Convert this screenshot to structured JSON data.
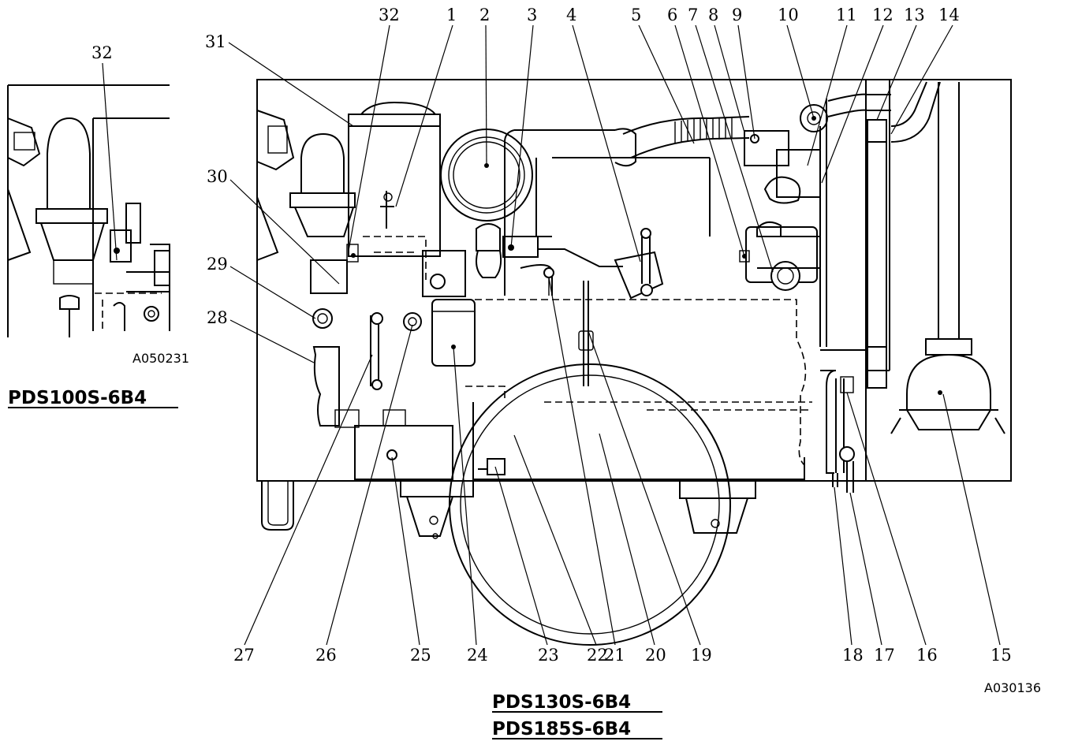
{
  "figure": {
    "inset_model": "PDS100S-6B4",
    "inset_code": "A050231",
    "inset_label": "32",
    "main_code": "A030136",
    "main_models": [
      "PDS130S-6B4",
      "PDS185S-6B4"
    ]
  },
  "callouts_top": [
    "31",
    "32",
    "1",
    "2",
    "3",
    "4",
    "5",
    "6",
    "7",
    "8",
    "9",
    "10",
    "11",
    "12",
    "13",
    "14"
  ],
  "callouts_left": [
    "30",
    "29",
    "28"
  ],
  "callouts_bottom": [
    "27",
    "26",
    "25",
    "24",
    "23",
    "22",
    "21",
    "20",
    "19",
    "18",
    "17",
    "16",
    "15"
  ]
}
